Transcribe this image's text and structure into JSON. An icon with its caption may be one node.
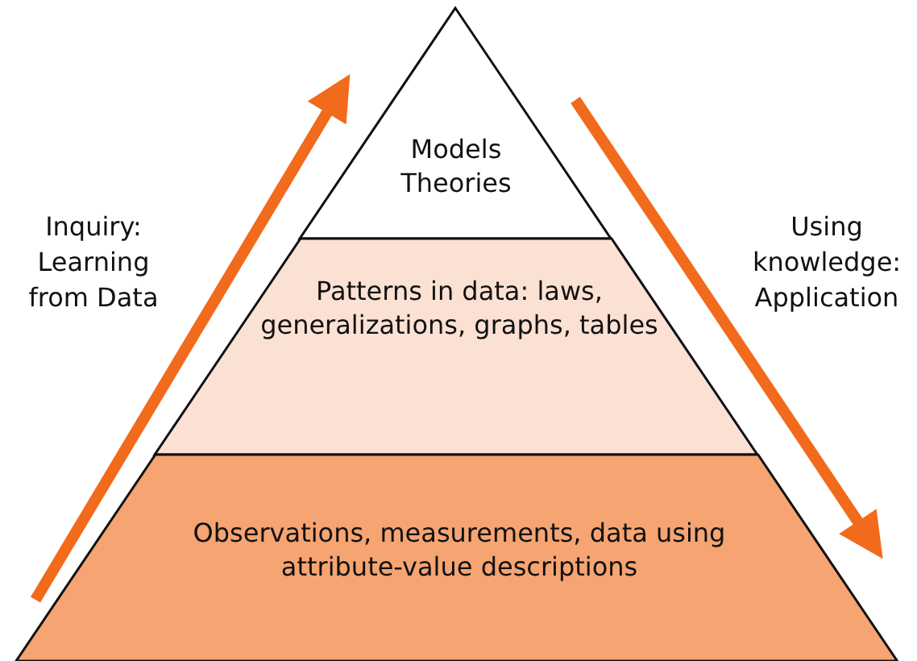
{
  "diagram": {
    "nodes": [
      {
        "text": [
          "Models Theories"
        ]
      },
      {
        "text": [
          "Patterns in data: laws, generalizations, graphs, tables"
        ]
      },
      {
        "text": [
          "Observations, measurements, data using attribute-value descriptions"
        ]
      }
    ],
    "labels": [
      "Inquiry: Learning from Data",
      "Using knowledge: Application"
    ]
  }
}
